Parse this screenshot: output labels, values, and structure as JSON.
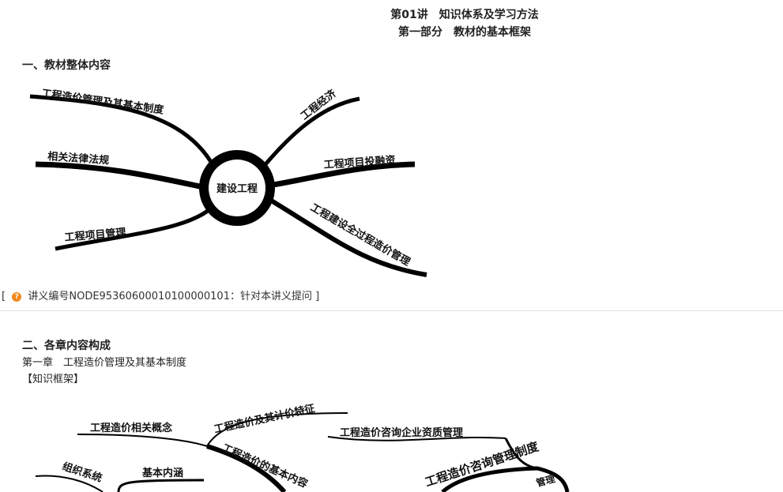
{
  "header": {
    "title": "第01讲　知识体系及学习方法",
    "subtitle": "第一部分　教材的基本框架"
  },
  "section1": {
    "heading": "一、教材整体内容",
    "mindmap": {
      "center": "建设工程",
      "branches": [
        "工程造价管理及其基本制度",
        "相关法律法规",
        "工程项目管理",
        "工程经济",
        "工程项目投融资",
        "工程建设全过程造价管理"
      ]
    },
    "note": {
      "open": "[",
      "icon": "question-icon",
      "text": "讲义编号NODE95360600010100000101：",
      "link": "针对本讲义提问",
      "close": "]"
    }
  },
  "section2": {
    "heading": "二、各章内容构成",
    "chapter": "第一章　工程造价管理及其基本制度",
    "frame": "【知识框架】",
    "mindmap": {
      "branches": [
        "工程造价相关概念",
        "工程造价及其计价特征",
        "工程造价的基本内容",
        "组织系统",
        "基本内涵",
        "工程造价咨询企业资质管理",
        "工程造价咨询管理制度",
        "管理"
      ]
    }
  }
}
